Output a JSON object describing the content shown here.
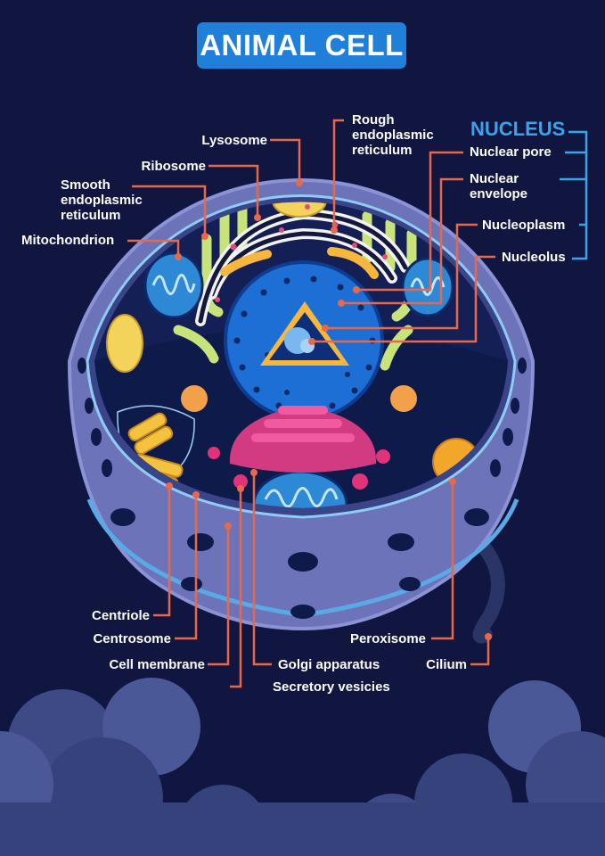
{
  "title": "ANIMAL CELL",
  "nucleus_heading": "NUCLEUS",
  "colors": {
    "background": "#10163f",
    "title_bg": "#1f7fd9",
    "leader_line": "#e8684a",
    "nucleus_bracket": "#39a4ec",
    "membrane": "#6c73b8",
    "cytoplasm": "#0e1a4a",
    "nucleus": "#1d6fd6",
    "golgi": "#d23b82",
    "mitochondrion": "#2d88d6",
    "er": "#c8e37a",
    "lysosome": "#f3d35a",
    "cloud": "#4b5898"
  },
  "labels": {
    "lysosome": "Lysosome",
    "ribosome": "Ribosome",
    "smooth_er": "Smooth\nendoplasmic\nreticulum",
    "mitochondrion": "Mitochondrion",
    "rough_er": "Rough\nendoplasmic\nreticulum",
    "nuclear_pore": "Nuclear pore",
    "nuclear_envelope": "Nuclear\nenvelope",
    "nucleoplasm": "Nucleoplasm",
    "nucleolus": "Nucleolus",
    "centriole": "Centriole",
    "centrosome": "Centrosome",
    "cell_membrane": "Cell membrane",
    "golgi_apparatus": "Golgi apparatus",
    "secretory_vesicles": "Secretory vesicies",
    "peroxisome": "Peroxisome",
    "cilium": "Cilium"
  }
}
